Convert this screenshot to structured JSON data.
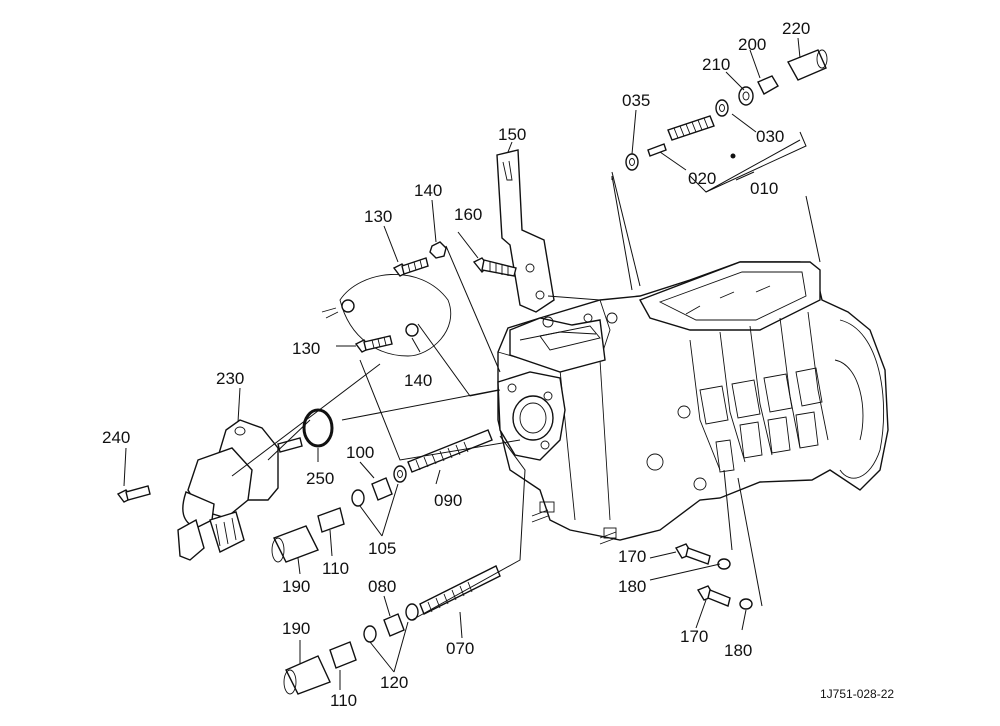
{
  "diagram": {
    "labels": {
      "p220": "220",
      "p200": "200",
      "p210": "210",
      "p035": "035",
      "p030": "030",
      "p020": "020",
      "p010": "010",
      "p150": "150",
      "p140a": "140",
      "p130a": "130",
      "p160": "160",
      "p130b": "130",
      "p140b": "140",
      "p230": "230",
      "p240": "240",
      "p250": "250",
      "p100": "100",
      "p090": "090",
      "p105": "105",
      "p190a": "190",
      "p110a": "110",
      "p170a": "170",
      "p180a": "180",
      "p170b": "170",
      "p180b": "180",
      "p080": "080",
      "p070": "070",
      "p190b": "190",
      "p120": "120",
      "p110b": "110"
    },
    "figure_code": "1J751-028-22"
  }
}
